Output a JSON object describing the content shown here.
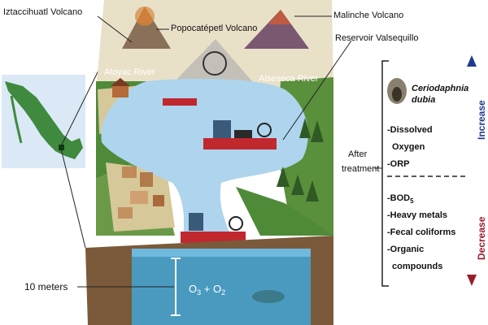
{
  "labels": {
    "iztaccihuatl": "Iztaccihuatl Volcano",
    "popocatepetl": "Popocatépetl Volcano",
    "malinche": "Malinche Volcano",
    "reservoir": "Reservoir Valsequillo",
    "atoyac": "Atoyac River",
    "alseseca": "Alseseca River",
    "depth": "10 meters",
    "ozone_base": "O",
    "ozone_sub": "3",
    "plus": " + ",
    "oxygen_base": "O",
    "oxygen_sub": "2"
  },
  "panel": {
    "after_treatment": [
      "After",
      "treatment"
    ],
    "organism_line1": "Ceriodaphnia",
    "organism_line2": "dubia",
    "increase_items": [
      "-Dissolved",
      "Oxygen",
      "-ORP"
    ],
    "decrease_items": [
      "-BOD",
      "-Heavy metals",
      "-Fecal coliforms",
      "-Organic",
      "compounds"
    ],
    "bod_sub": "5",
    "increase_label": "Increase",
    "decrease_label": "Decrease"
  },
  "colors": {
    "increase": "#1f3a93",
    "decrease": "#9b1c2c",
    "water": "#aed4ee",
    "land_green": "#5a8f3c",
    "sky": "#e9e0c8",
    "underground": "#7a5a3a"
  }
}
